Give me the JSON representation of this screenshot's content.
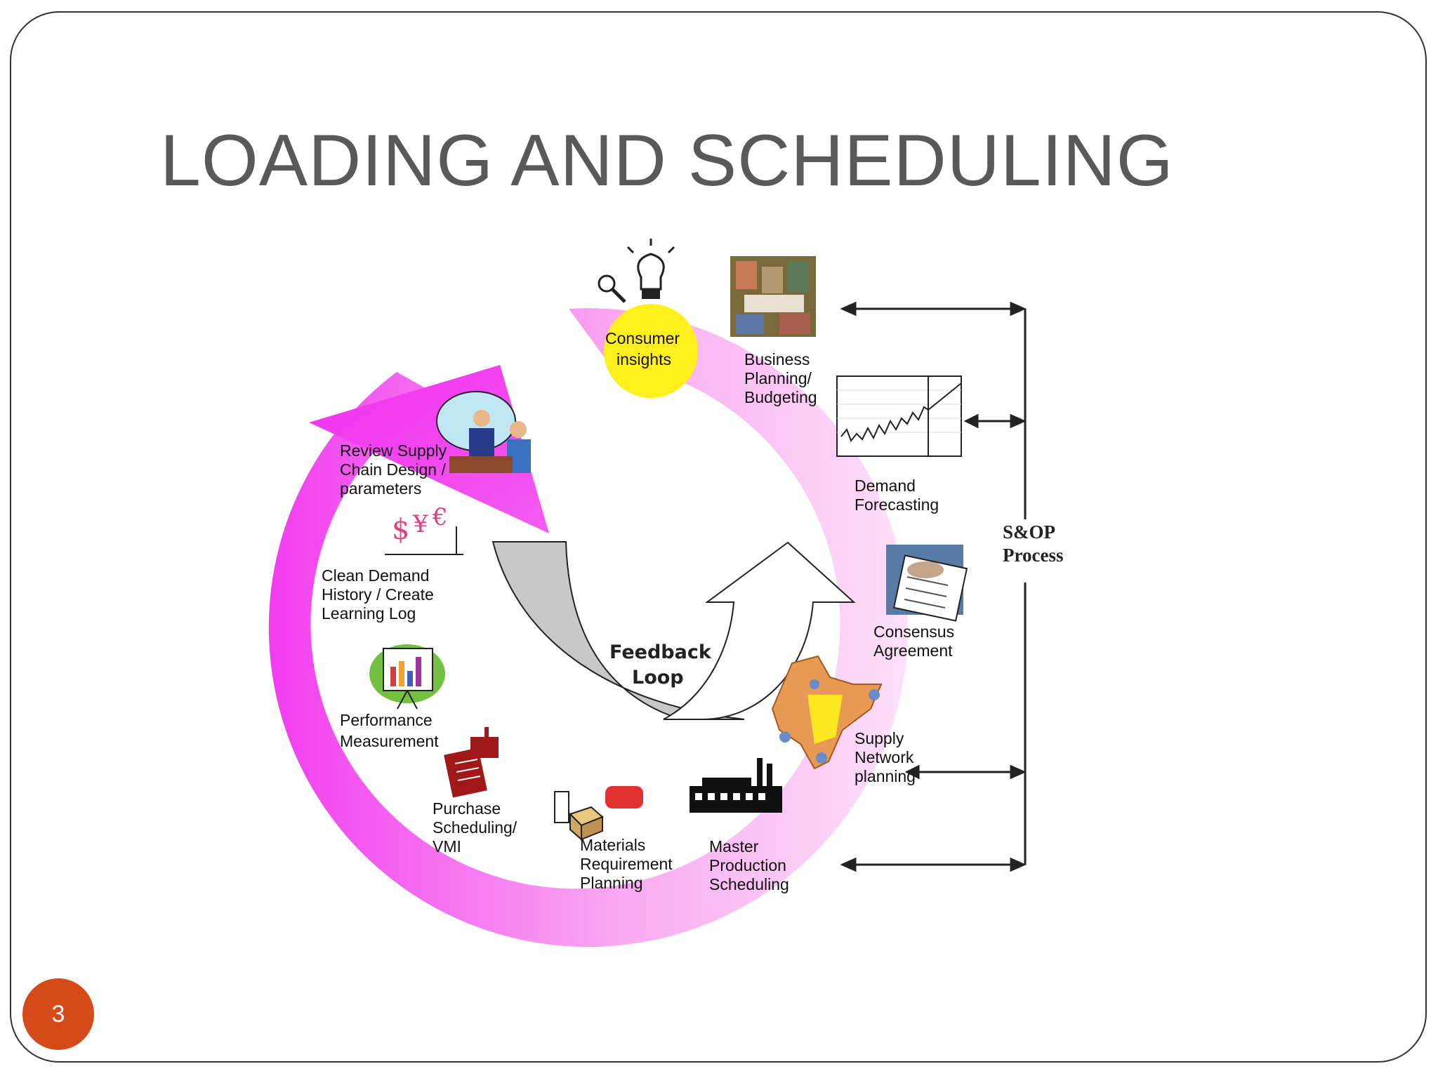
{
  "slide": {
    "title": "LOADING AND SCHEDULING",
    "number": "3"
  },
  "diagram": {
    "center": {
      "line1": "Feedback",
      "line2": "Loop"
    },
    "bracket": {
      "line1": "S&OP",
      "line2": "Process"
    },
    "nodes": {
      "consumer_insights": {
        "line1": "Consumer",
        "line2": "insights"
      },
      "business_planning": {
        "line1": "Business",
        "line2": "Planning/",
        "line3": "Budgeting"
      },
      "demand_forecasting": {
        "line1": "Demand",
        "line2": "Forecasting"
      },
      "consensus_agreement": {
        "line1": "Consensus",
        "line2": "Agreement"
      },
      "supply_network": {
        "line1": "Supply",
        "line2": "Network",
        "line3": "planning"
      },
      "master_production": {
        "line1": "Master",
        "line2": "Production",
        "line3": "Scheduling"
      },
      "materials_requirement": {
        "line1": "Materials",
        "line2": "Requirement",
        "line3": "Planning"
      },
      "purchase_scheduling": {
        "line1": "Purchase",
        "line2": "Scheduling/",
        "line3": "VMI"
      },
      "performance_measurement": {
        "line1": "Performance",
        "line2": "Measurement"
      },
      "clean_demand": {
        "line1": "Clean Demand",
        "line2": "History / Create",
        "line3": "Learning Log"
      },
      "review_supply_chain": {
        "line1": "Review Supply",
        "line2": "Chain Design /",
        "line3": "parameters"
      }
    },
    "colors": {
      "ring_dark": "#f23cf0",
      "ring_light": "#fbd0f6",
      "bulb_yellow": "#ffef1a",
      "slide_number_bg": "#d64a1a",
      "title_gray": "#595959"
    }
  }
}
